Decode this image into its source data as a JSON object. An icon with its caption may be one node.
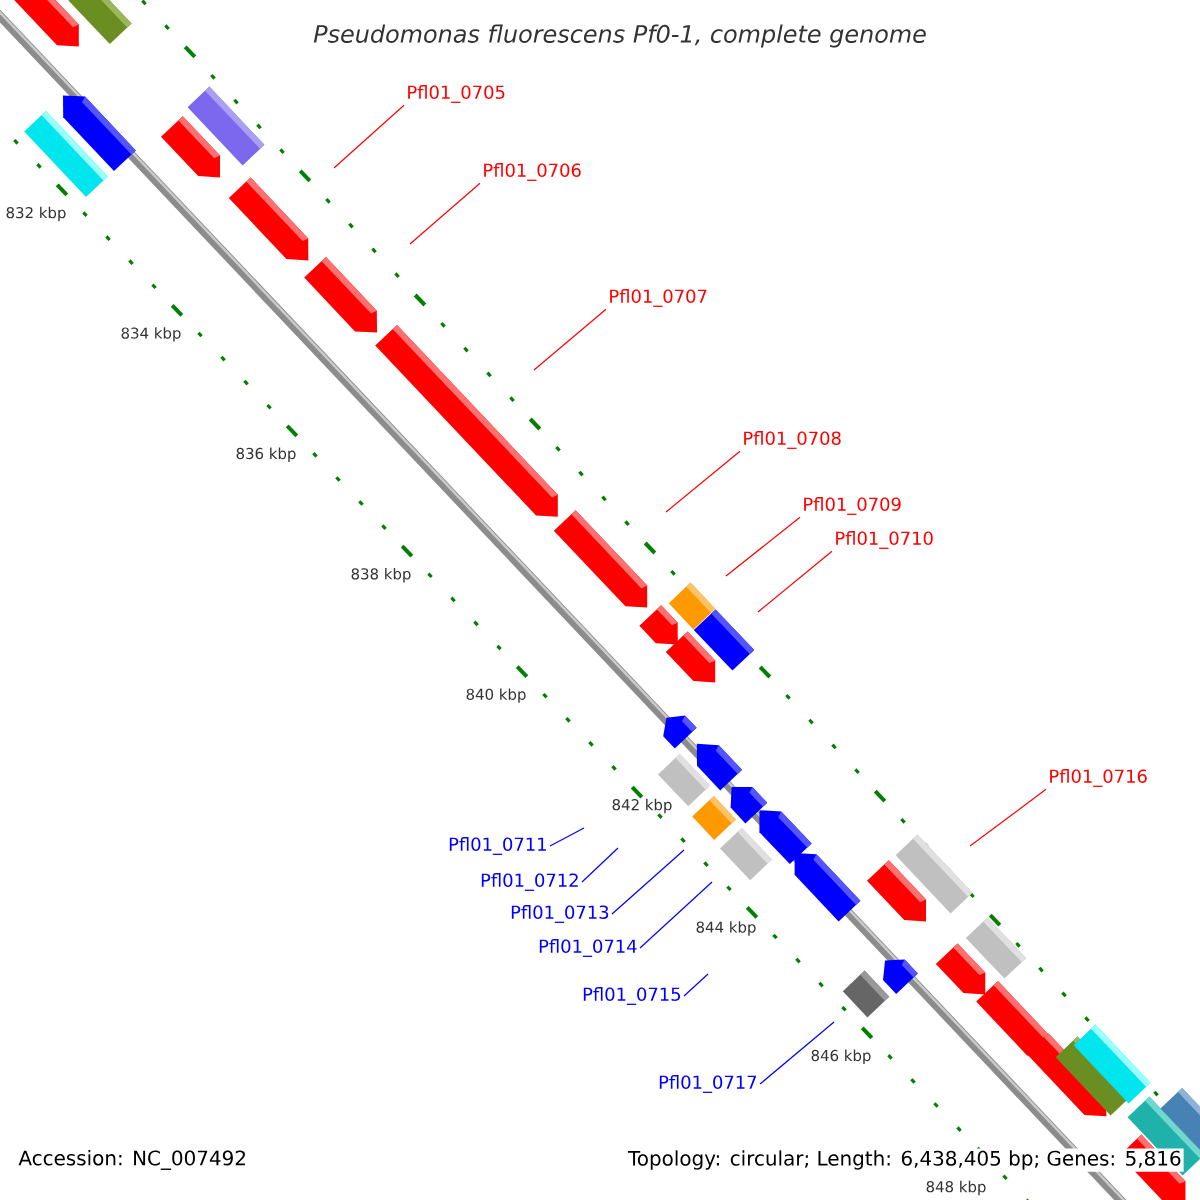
{
  "diagram": {
    "title": "Pseudomonas fluorescens Pf0-1, complete genome",
    "nodes": [
      {
        "text": [
          "Pfl01_0705"
        ]
      },
      {
        "text": [
          "Pfl01_0706"
        ]
      },
      {
        "text": [
          "Pfl01_0707"
        ]
      },
      {
        "text": [
          "Pfl01_0708"
        ]
      },
      {
        "text": [
          "Pfl01_0709"
        ]
      },
      {
        "text": [
          "Pfl01_0710"
        ]
      },
      {
        "text": [
          "Pfl01_0716"
        ]
      },
      {
        "text": [
          "Pfl01_0711"
        ]
      },
      {
        "text": [
          "Pfl01_0712"
        ]
      },
      {
        "text": [
          "Pfl01_0713"
        ]
      },
      {
        "text": [
          "Pfl01_0714"
        ]
      },
      {
        "text": [
          "Pfl01_0715"
        ]
      },
      {
        "text": [
          "Pfl01_0717"
        ]
      }
    ],
    "edges": [
      {
        "from": 0,
        "to": null,
        "arrow": "none"
      },
      {
        "from": 1,
        "to": null,
        "arrow": "none"
      },
      {
        "from": 2,
        "to": null,
        "arrow": "none"
      },
      {
        "from": 3,
        "to": null,
        "arrow": "none"
      },
      {
        "from": 4,
        "to": null,
        "arrow": "none"
      },
      {
        "from": 5,
        "to": null,
        "arrow": "none"
      },
      {
        "from": 6,
        "to": null,
        "arrow": "none"
      },
      {
        "from": 7,
        "to": null,
        "arrow": "none",
        "color": "#0000ff"
      },
      {
        "from": 8,
        "to": null,
        "arrow": "none",
        "color": "#0000ff"
      },
      {
        "from": 9,
        "to": null,
        "arrow": "none",
        "color": "#0000ff"
      },
      {
        "from": 10,
        "to": null,
        "arrow": "none",
        "color": "#0000ff"
      },
      {
        "from": 11,
        "to": null,
        "arrow": "none",
        "color": "#0000ff"
      },
      {
        "from": 12,
        "to": null,
        "arrow": "none",
        "color": "#0000ff"
      }
    ],
    "labels": [
      "832 kbp",
      "834 kbp",
      "836 kbp",
      "838 kbp",
      "840 kbp",
      "842 kbp",
      "844 kbp",
      "846 kbp",
      "848 kbp",
      "Accession: NC_007492",
      "Topology: circular; Length: 6,438,405 bp; Genes: 5,816"
    ]
  }
}
